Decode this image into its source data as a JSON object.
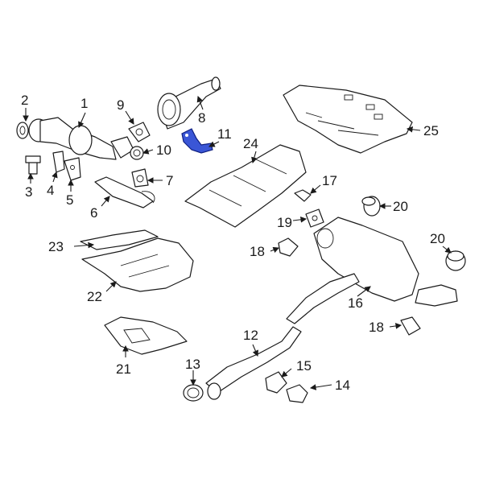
{
  "highlight_color": "#3a56d6",
  "callouts": {
    "c1": "1",
    "c2": "2",
    "c3": "3",
    "c4": "4",
    "c5": "5",
    "c6": "6",
    "c7": "7",
    "c8": "8",
    "c9": "9",
    "c10": "10",
    "c11": "11",
    "c12": "12",
    "c13": "13",
    "c14": "14",
    "c15": "15",
    "c16": "16",
    "c17": "17",
    "c18a": "18",
    "c18b": "18",
    "c19": "19",
    "c20a": "20",
    "c20b": "20",
    "c21": "21",
    "c22": "22",
    "c23": "23",
    "c24": "24",
    "c25": "25"
  }
}
